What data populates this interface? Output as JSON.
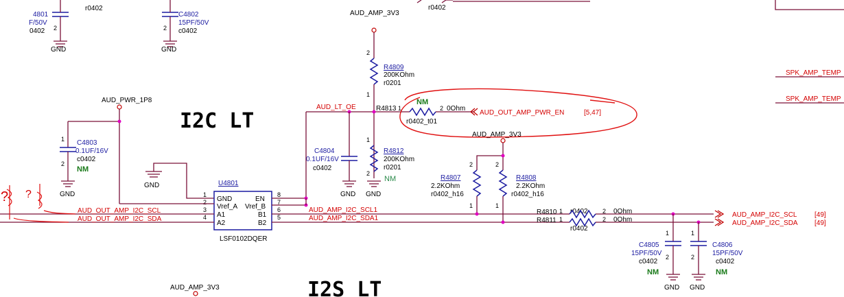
{
  "titles": {
    "i2c": "I2C LT",
    "i2s": "I2S LT"
  },
  "power": {
    "aud_amp_3v3_top": "AUD_AMP_3V3",
    "aud_pwr_1p8": "AUD_PWR_1P8",
    "aud_amp_3v3_mid": "AUD_AMP_3V3",
    "aud_amp_3v3_bottom": "AUD_AMP_3V3"
  },
  "gnd": "GND",
  "nm": "NM",
  "components": {
    "c4801": {
      "ref": "4801",
      "value": "F/50V",
      "pkg": "0402",
      "pin": "2"
    },
    "r_top": {
      "pkg": "r0402"
    },
    "c4802": {
      "ref": "C4802",
      "value": "15PF/50V",
      "pkg": "c0402",
      "pin": "2"
    },
    "r4809": {
      "ref": "R4809",
      "value": "200KOhm",
      "pkg": "r0201",
      "pin1": "1",
      "pin2": "2"
    },
    "r4813": {
      "ref": "R4813",
      "pin1": "1",
      "pin2": "2",
      "value": "0Ohm",
      "pkg": "r0402_t01"
    },
    "c4803": {
      "ref": "C4803",
      "value": "0.1UF/16V",
      "pkg": "c0402",
      "pin1": "1",
      "pin2": "2"
    },
    "c4804": {
      "ref": "C4804",
      "value": "0.1UF/16V",
      "pkg": "c0402"
    },
    "r4812": {
      "ref": "R4812",
      "value": "200KOhm",
      "pkg": "r0201",
      "pin1": "1",
      "pin2": "2"
    },
    "r4807": {
      "ref": "R4807",
      "value": "2.2KOhm",
      "pkg": "r0402_h16",
      "pin1": "1",
      "pin2": "2"
    },
    "r4808": {
      "ref": "R4808",
      "value": "2.2KOhm",
      "pkg": "r0402_h16",
      "pin1": "1",
      "pin2": "2"
    },
    "r4810": {
      "ref": "R4810",
      "pin1": "1",
      "pkg": "r0402",
      "pin2": "2",
      "value": "0Ohm"
    },
    "r4811": {
      "ref": "R4811",
      "pin1": "1",
      "pkg": "r0402",
      "pin2": "2",
      "value": "0Ohm"
    },
    "c4805": {
      "ref": "C4805",
      "value": "15PF/50V",
      "pkg": "c0402",
      "pin1": "1",
      "pin2": "2"
    },
    "c4806": {
      "ref": "C4806",
      "value": "15PF/50V",
      "pkg": "c0402",
      "pin1": "1",
      "pin2": "2"
    }
  },
  "u4801": {
    "ref": "U4801",
    "part": "LSF0102DQER",
    "left_pins": [
      {
        "num": "1",
        "name": "GND"
      },
      {
        "num": "2",
        "name": "Vref_A"
      },
      {
        "num": "3",
        "name": "A1"
      },
      {
        "num": "4",
        "name": "A2"
      }
    ],
    "right_pins": [
      {
        "num": "8",
        "name": "EN"
      },
      {
        "num": "7",
        "name": "Vref_B"
      },
      {
        "num": "6",
        "name": "B1"
      },
      {
        "num": "5",
        "name": "B2"
      }
    ]
  },
  "nets": {
    "aud_lt_oe": "AUD_LT_OE",
    "aud_out_amp_pwr_en": "AUD_OUT_AMP_PWR_EN",
    "aud_out_amp_pwr_en_ref": "[5,47]",
    "aud_out_amp_i2c_scl": "AUD_OUT_AMP_I2C_SCL",
    "aud_out_amp_i2c_sda": "AUD_OUT_AMP_I2C_SDA",
    "aud_amp_i2c_scl1": "AUD_AMP_I2C_SCL1",
    "aud_amp_i2c_sda1": "AUD_AMP_I2C_SDA1",
    "aud_amp_i2c_scl": "AUD_AMP_I2C_SCL",
    "aud_amp_i2c_sda": "AUD_AMP_I2C_SDA",
    "ref_49a": "[49]",
    "ref_49b": "[49]",
    "spk_amp_temp_1": "SPK_AMP_TEMP",
    "spk_amp_temp_2": "SPK_AMP_TEMP"
  },
  "annotations": {
    "q1": "?",
    "q2": "?"
  }
}
